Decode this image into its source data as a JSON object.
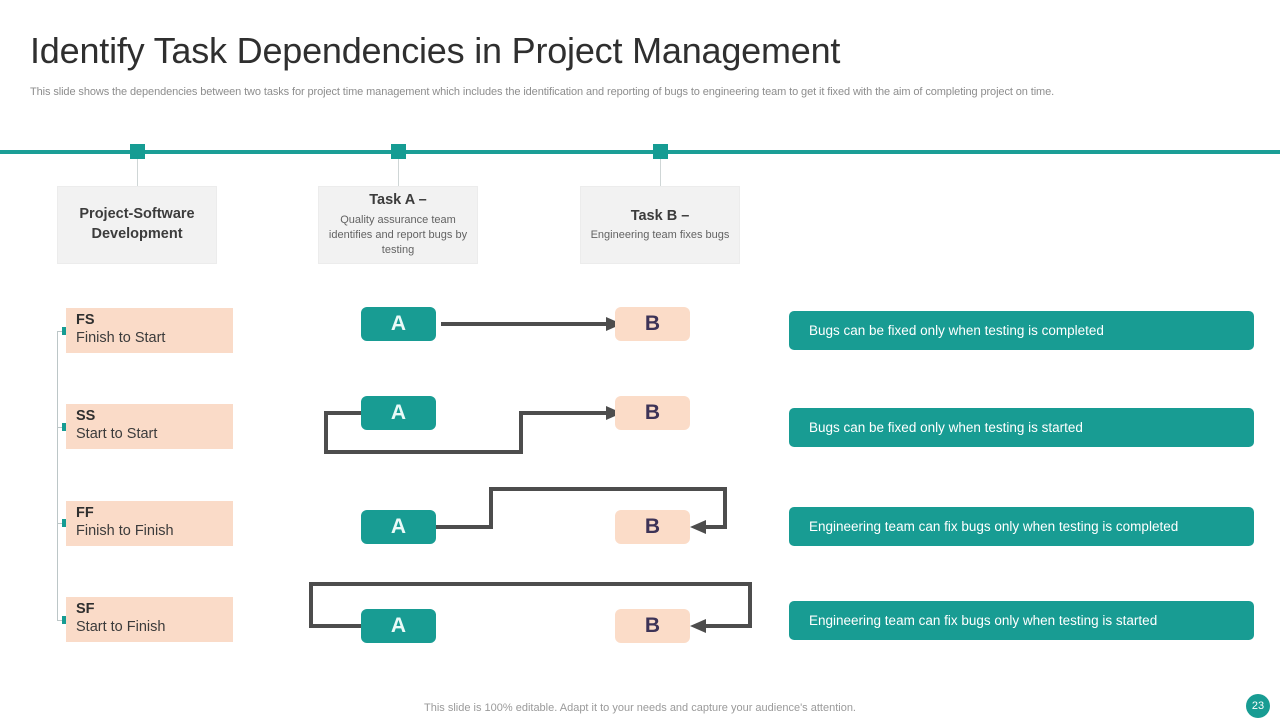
{
  "slide": {
    "title": "Identify Task Dependencies in Project Management",
    "subtitle": "This slide shows the dependencies between two tasks for project time management which includes the identification and reporting of bugs to engineering team to get it fixed with the aim of completing project on time.",
    "footer_note": "This slide is 100% editable. Adapt it to your needs and capture your audience's attention.",
    "page_number": "23",
    "accent_color": "#189c93",
    "peach_color": "#fbdcc8",
    "node_text_color": "#3d3357"
  },
  "top_boxes": [
    {
      "heading": "Project-Software",
      "heading2": "Development",
      "body": ""
    },
    {
      "heading": "Task A –",
      "body": "Quality assurance team identifies and report bugs by testing"
    },
    {
      "heading": "Task B –",
      "body": "Engineering team fixes bugs"
    }
  ],
  "dependencies": [
    {
      "code": "FS",
      "name": "Finish to Start",
      "node_a": "A",
      "node_b": "B",
      "statement": "Bugs can be fixed only when testing is completed"
    },
    {
      "code": "SS",
      "name": "Start to Start",
      "node_a": "A",
      "node_b": "B",
      "statement": "Bugs can be fixed only when testing is started"
    },
    {
      "code": "FF",
      "name": "Finish to Finish",
      "node_a": "A",
      "node_b": "B",
      "statement": "Engineering team can fix bugs only when testing is completed"
    },
    {
      "code": "SF",
      "name": "Start to Finish",
      "node_a": "A",
      "node_b": "B",
      "statement": "Engineering team can fix bugs only when testing is started"
    }
  ]
}
